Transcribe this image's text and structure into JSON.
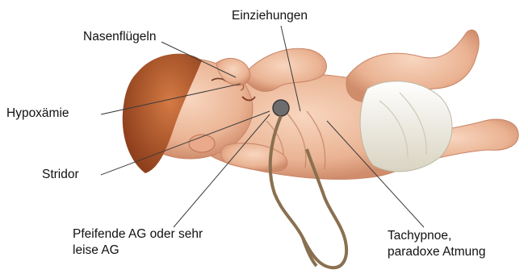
{
  "labels": {
    "nasenfluegeln": "Nasenflügeln",
    "einziehungen": "Einziehungen",
    "hypoxaemie": "Hypoxämie",
    "stridor": "Stridor",
    "pfeifende_ag": [
      "Pfeifende AG oder sehr",
      "leise AG"
    ],
    "tachypnoe": [
      "Tachypnoe,",
      "paradoxe Atmung"
    ]
  },
  "colors": {
    "skin": "#f2c3a6",
    "skin_shadow": "#d89478",
    "hair": "#b6572c",
    "diaper": "#f3f0e4",
    "stethoscope": "#8a7050",
    "pointer_line": "#3a3a3a"
  }
}
